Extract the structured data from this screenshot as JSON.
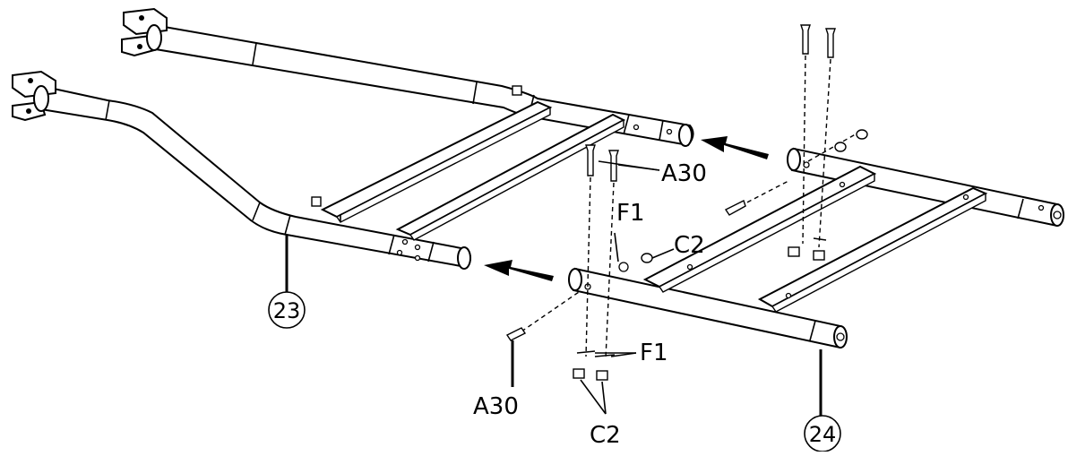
{
  "diagram": {
    "labels": {
      "part_23": "23",
      "part_24": "24",
      "a30_top": "A30",
      "a30_bottom": "A30",
      "f1_top": "F1",
      "f1_bottom": "F1",
      "c2_top": "C2",
      "c2_bottom": "C2"
    },
    "colors": {
      "line": "#000000",
      "background": "#ffffff"
    }
  }
}
